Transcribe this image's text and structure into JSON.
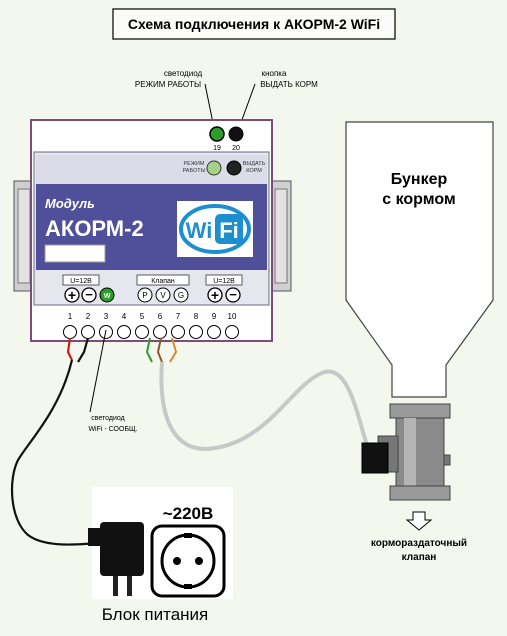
{
  "title": "Схема подключения к АКОРМ-2 WiFi",
  "labels": {
    "led_mode_line1": "светодиод",
    "led_mode_line2": "РЕЖИМ РАБОТЫ",
    "button_feed_line1": "кнопка",
    "button_feed_line2": "ВЫДАТЬ КОРМ",
    "pin19": "19",
    "pin20": "20",
    "panel_mode_line1": "РЕЖИМ",
    "panel_mode_line2": "РАБОТЫ",
    "panel_feed_line1": "ВЫДАТЬ",
    "panel_feed_line2": "КОРМ",
    "module_word": "Модуль",
    "module_name": "АКОРМ-2",
    "wifi_logo_text": "WiFi",
    "u12_left": "U=12В",
    "keys_label": "Клапан",
    "u12_right": "U=12В",
    "term_plus": "+",
    "term_minus": "−",
    "term_w": "W",
    "term_p": "P",
    "term_v": "V",
    "term_g": "G",
    "terminals": [
      "1",
      "2",
      "3",
      "4",
      "5",
      "6",
      "7",
      "8",
      "9",
      "10"
    ],
    "led_wifi_line1": "светодиод",
    "led_wifi_line2": "WiFi - СООБЩ.",
    "bunker_line1": "Бункер",
    "bunker_line2": "с кормом",
    "voltage": "~220В",
    "power_supply": "Блок питания",
    "valve_line1": "кормораздаточный",
    "valve_line2": "клапан"
  },
  "colors": {
    "enclosure": "#ffffff",
    "front_panel": "#50509a",
    "panel_strip": "#dcdce8",
    "led_green": "#2a9d2a",
    "wifi_blue": "#1d8fd0",
    "cable_gray": "#c8c8c8",
    "wire_black": "#111111"
  },
  "icons": {
    "wifi": "wifi-logo",
    "socket": "euro-socket-icon",
    "plug": "power-adapter-icon",
    "arrow_down": "arrow-down-icon"
  }
}
